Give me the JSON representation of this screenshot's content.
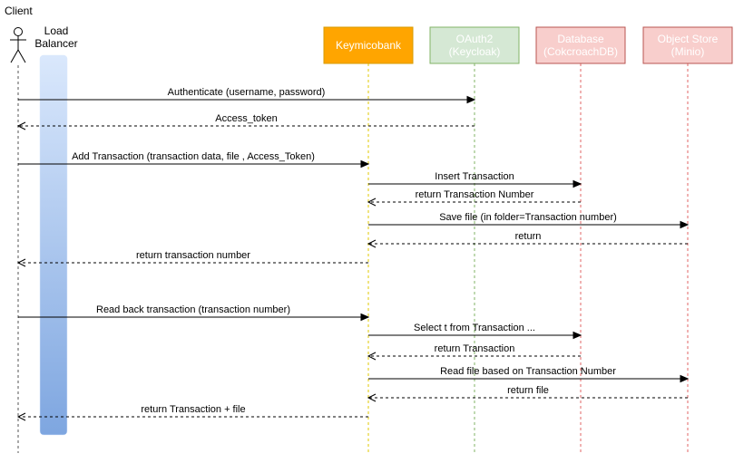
{
  "actor": {
    "label": "Client"
  },
  "balancer": {
    "line1": "Load",
    "line2": "Balancer"
  },
  "participants": [
    {
      "id": "keymicobank",
      "line1": "Keymicobank",
      "line2": "",
      "fill": "#ffa500",
      "stroke": "#d79b00",
      "text": "#ffffff",
      "lifeline": "#e0c800"
    },
    {
      "id": "oauth2",
      "line1": "OAuth2",
      "line2": "(Keycloak)",
      "fill": "#d5e8d4",
      "stroke": "#82b366",
      "text": "#ffffff",
      "lifeline": "#82b366"
    },
    {
      "id": "database",
      "line1": "Database",
      "line2": "(CokcroachDB)",
      "fill": "#f8cecc",
      "stroke": "#b85450",
      "text": "#ffffff",
      "lifeline": "#e06666"
    },
    {
      "id": "objectstore",
      "line1": "Object Store",
      "line2": "(Minio)",
      "fill": "#f8cecc",
      "stroke": "#b85450",
      "text": "#ffffff",
      "lifeline": "#e06666"
    }
  ],
  "messages": [
    {
      "from": "client",
      "to": "oauth2",
      "label": "Authenticate (username, password)",
      "type": "call"
    },
    {
      "from": "oauth2",
      "to": "client",
      "label": "Access_token",
      "type": "return"
    },
    {
      "from": "client",
      "to": "keymicobank",
      "label": "Add Transaction (transaction data, file , Access_Token)",
      "type": "call"
    },
    {
      "from": "keymicobank",
      "to": "database",
      "label": "Insert Transaction",
      "type": "call"
    },
    {
      "from": "database",
      "to": "keymicobank",
      "label": "return Transaction Number",
      "type": "return"
    },
    {
      "from": "keymicobank",
      "to": "objectstore",
      "label": "Save file (in folder=Transaction number)",
      "type": "call"
    },
    {
      "from": "objectstore",
      "to": "keymicobank",
      "label": "return",
      "type": "return"
    },
    {
      "from": "keymicobank",
      "to": "client",
      "label": "return transaction number",
      "type": "return"
    },
    {
      "from": "client",
      "to": "keymicobank",
      "label": "Read back transaction (transaction number)",
      "type": "call"
    },
    {
      "from": "keymicobank",
      "to": "database",
      "label": "Select t from Transaction ...",
      "type": "call"
    },
    {
      "from": "database",
      "to": "keymicobank",
      "label": "return Transaction",
      "type": "return"
    },
    {
      "from": "keymicobank",
      "to": "objectstore",
      "label": "Read file based on Transaction Number",
      "type": "call"
    },
    {
      "from": "objectstore",
      "to": "keymicobank",
      "label": "return file",
      "type": "return"
    },
    {
      "from": "keymicobank",
      "to": "client",
      "label": "return Transaction + file",
      "type": "return"
    }
  ]
}
